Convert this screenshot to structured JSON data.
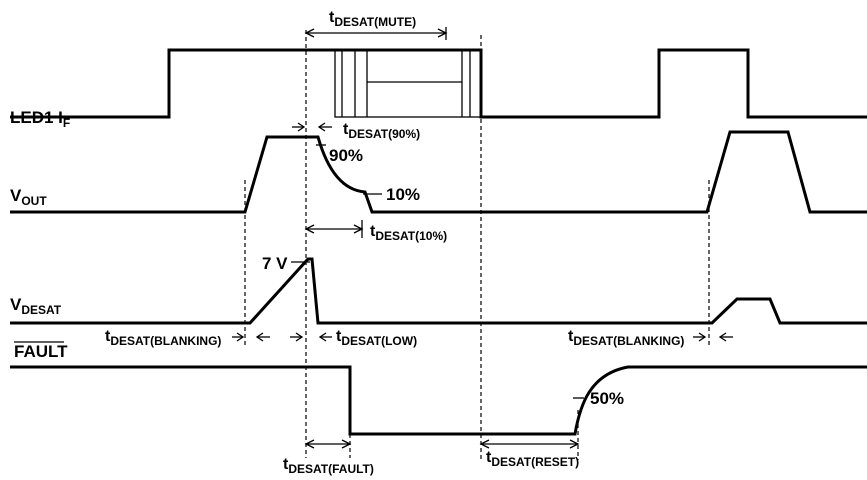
{
  "signals": {
    "led1": {
      "main": "LED1 I",
      "sub": "F"
    },
    "vout": {
      "main": "V",
      "sub": "OUT"
    },
    "vdesat": {
      "main": "V",
      "sub": "DESAT"
    },
    "fault": {
      "main": "FAULT"
    }
  },
  "timing": {
    "mute": {
      "main": "t",
      "sub": "DESAT(MUTE)"
    },
    "t90": {
      "main": "t",
      "sub": "DESAT(90%)"
    },
    "t10": {
      "main": "t",
      "sub": "DESAT(10%)"
    },
    "blanking1": {
      "main": "t",
      "sub": "DESAT(BLANKING)"
    },
    "low": {
      "main": "t",
      "sub": "DESAT(LOW)"
    },
    "blanking2": {
      "main": "t",
      "sub": "DESAT(BLANKING)"
    },
    "fault_t": {
      "main": "t",
      "sub": "DESAT(FAULT)"
    },
    "reset": {
      "main": "t",
      "sub": "DESAT(RESET)"
    }
  },
  "annotations": {
    "pct90": "90%",
    "pct10": "10%",
    "volt7": "7 V",
    "pct50": "50%"
  }
}
